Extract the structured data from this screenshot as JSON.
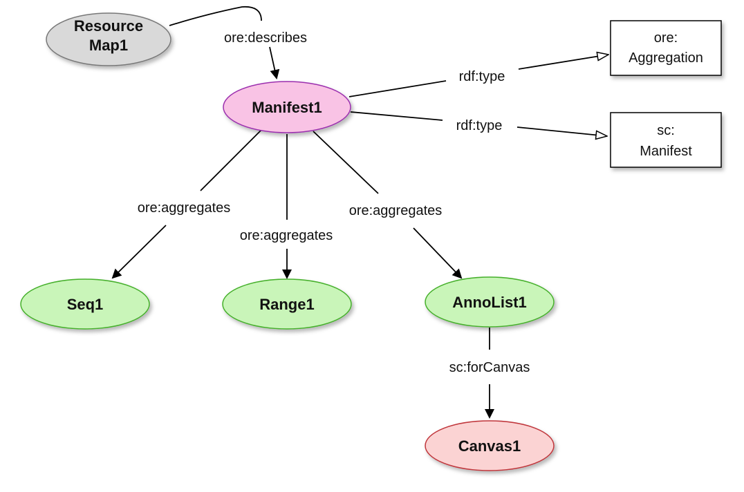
{
  "nodes": {
    "resource_map": {
      "line1": "Resource",
      "line2": "Map1",
      "fill": "#d9d9d9",
      "stroke": "#777777"
    },
    "manifest": {
      "label": "Manifest1",
      "fill": "#f9c3e5",
      "stroke": "#9b2fae"
    },
    "seq": {
      "label": "Seq1",
      "fill": "#c9f5b9",
      "stroke": "#45b02c"
    },
    "range": {
      "label": "Range1",
      "fill": "#c9f5b9",
      "stroke": "#45b02c"
    },
    "annolist": {
      "label": "AnnoList1",
      "fill": "#c9f5b9",
      "stroke": "#45b02c"
    },
    "canvas": {
      "label": "Canvas1",
      "fill": "#fbd3d3",
      "stroke": "#c0353a"
    },
    "aggregation_type": {
      "line1": "ore:",
      "line2": "Aggregation"
    },
    "manifest_type": {
      "line1": "sc:",
      "line2": "Manifest"
    }
  },
  "edges": {
    "describes": "ore:describes",
    "type_aggregation": "rdf:type",
    "type_manifest": "rdf:type",
    "aggregates_seq": "ore:aggregates",
    "aggregates_range": "ore:aggregates",
    "aggregates_annolist": "ore:aggregates",
    "for_canvas": "sc:forCanvas"
  }
}
